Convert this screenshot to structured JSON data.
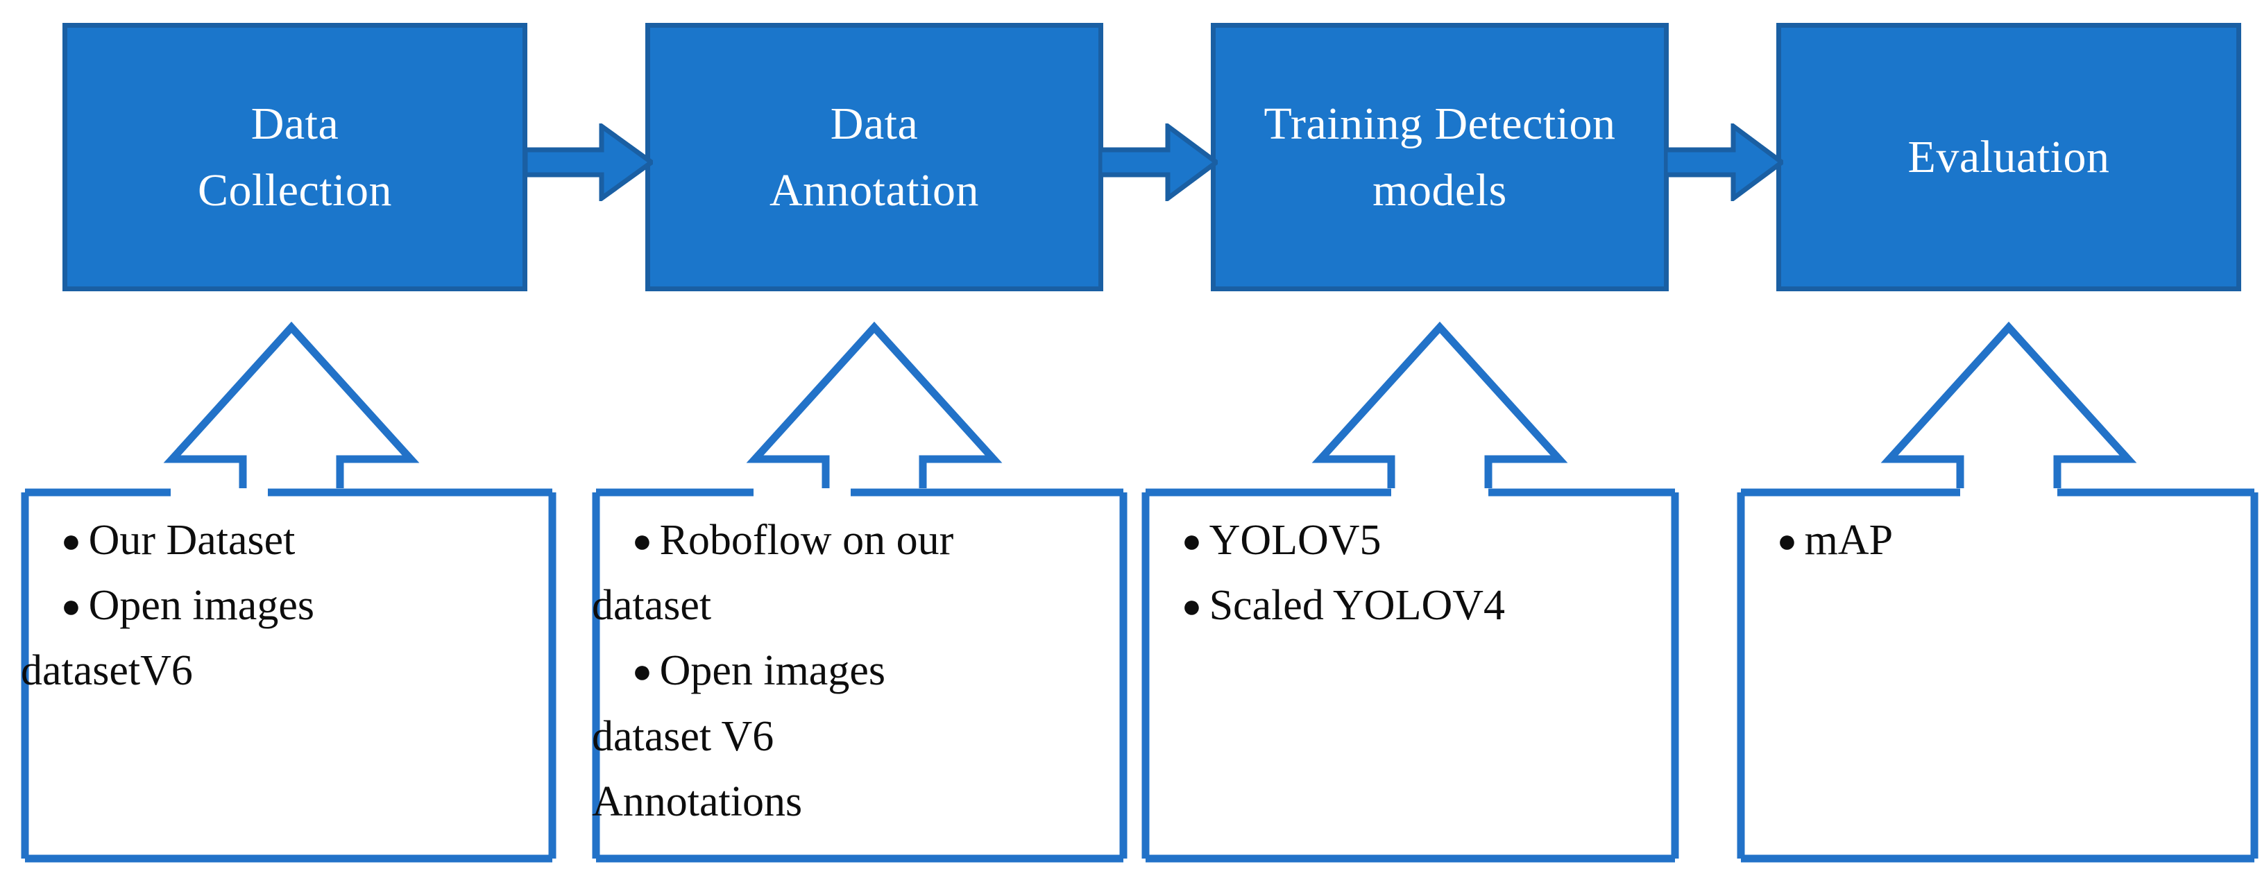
{
  "diagram": {
    "title": "Object detection research pipeline flowchart",
    "colors": {
      "process_fill": "#1B76CB",
      "process_border": "#1A5FA3",
      "outline_blue": "#2272C8",
      "detail_text": "#0d0d0d",
      "background": "#ffffff",
      "process_label": "#ffffff"
    },
    "bullet_glyph": "●",
    "stages": [
      {
        "id": "data-collection",
        "label_lines": [
          "Data",
          "Collection"
        ],
        "details": [
          {
            "bullet": true,
            "text": "Our Dataset"
          },
          {
            "bullet": true,
            "text": "Open images"
          },
          {
            "bullet": false,
            "text": "datasetV6"
          }
        ]
      },
      {
        "id": "data-annotation",
        "label_lines": [
          "Data",
          "Annotation"
        ],
        "details": [
          {
            "bullet": true,
            "text": "Roboflow on our"
          },
          {
            "bullet": false,
            "text": "dataset"
          },
          {
            "bullet": true,
            "text": "Open images"
          },
          {
            "bullet": false,
            "text": "dataset V6"
          },
          {
            "bullet": false,
            "text": "Annotations"
          }
        ]
      },
      {
        "id": "training-detection-models",
        "label_lines": [
          "Training Detection",
          "models"
        ],
        "details": [
          {
            "bullet": true,
            "text": "YOLOV5"
          },
          {
            "bullet": true,
            "text": "Scaled YOLOV4"
          }
        ]
      },
      {
        "id": "evaluation",
        "label_lines": [
          "Evaluation"
        ],
        "details": [
          {
            "bullet": true,
            "text": "mAP"
          }
        ]
      }
    ],
    "connectors": {
      "horizontal_arrow_icon": "arrow-right-icon",
      "vertical_arrow_icon": "arrow-up-outline-icon",
      "count_horizontal": 3,
      "count_vertical": 4
    }
  }
}
